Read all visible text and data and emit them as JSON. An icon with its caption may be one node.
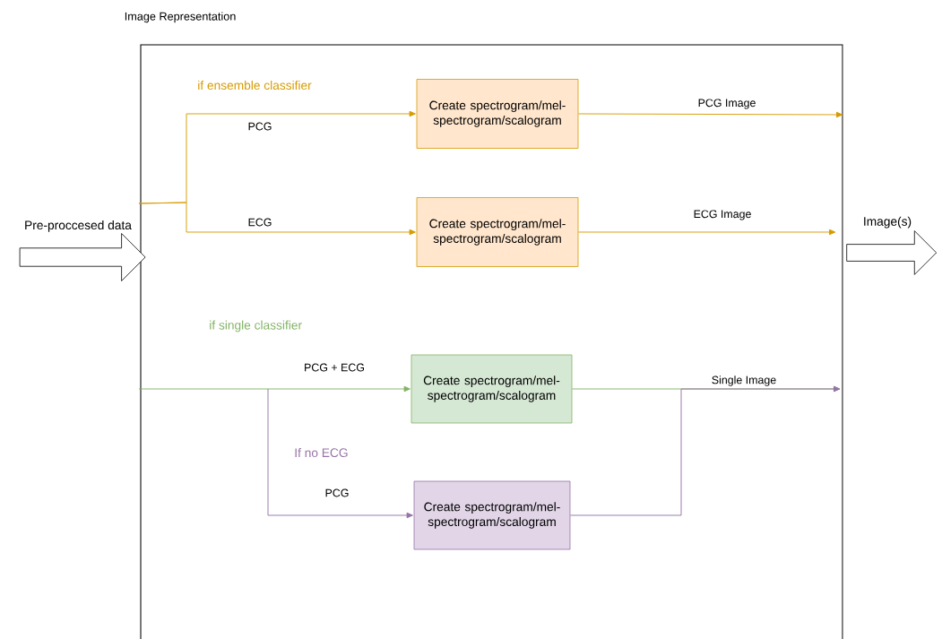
{
  "diagram": {
    "nodes": [
      {
        "text": [
          "Image Representation"
        ]
      },
      {
        "text": [
          "Create spectrogram/mel-spectrogram/scalogram"
        ],
        "in": 0
      },
      {
        "text": [
          "Create spectrogram/mel-spectrogram/scalogram"
        ],
        "in": 0
      },
      {
        "text": [
          "Create spectrogram/mel-spectrogram/scalogram"
        ],
        "in": 0
      },
      {
        "text": [
          "Create spectrogram/mel-spectrogram/scalogram"
        ],
        "in": 0
      },
      {
        "text": [
          "Pre-proccesed data"
        ]
      },
      {
        "text": [
          "Image(s)"
        ]
      }
    ],
    "edges": [
      {
        "from": null,
        "to": 1,
        "arrow": "to",
        "label": "PCG",
        "color": "#d79b00"
      },
      {
        "from": null,
        "to": 2,
        "arrow": "to",
        "label": "ECG",
        "color": "#d79b00"
      },
      {
        "from": 1,
        "to": null,
        "arrow": "to",
        "label": "PCG Image",
        "color": "#d79b00"
      },
      {
        "from": 2,
        "to": null,
        "arrow": "to",
        "label": "ECG Image",
        "color": "#d79b00"
      },
      {
        "from": null,
        "to": 3,
        "arrow": "to",
        "label": "PCG + ECG",
        "color": "#82b366"
      },
      {
        "from": null,
        "to": 4,
        "arrow": "to",
        "label": "PCG",
        "color": "#9673a6"
      },
      {
        "from": 3,
        "to": null,
        "arrow": "to",
        "label": "Single Image",
        "color": "#82b366"
      },
      {
        "from": 4,
        "to": null,
        "arrow": "to",
        "color": "#9673a6"
      }
    ],
    "labels": [
      "if ensemble classifier",
      "if single classifier",
      "If no ECG"
    ]
  }
}
